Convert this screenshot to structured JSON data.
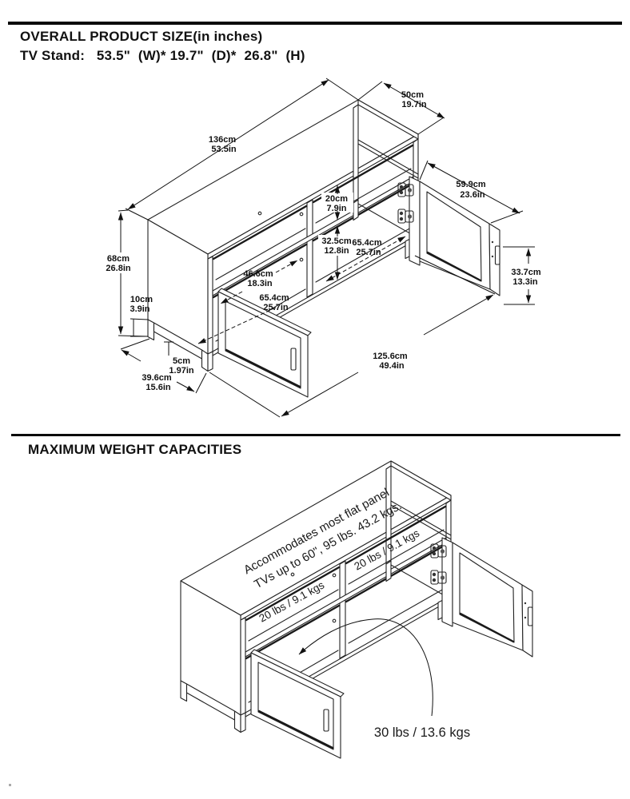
{
  "header": {
    "title_line1": "OVERALL PRODUCT SIZE(in inches)",
    "title_line2": "TV Stand:   53.5\"  (W)* 19.7\"  (D)*  26.8\"  (H)",
    "section2_title": "MAXIMUM WEIGHT CAPACITIES"
  },
  "colors": {
    "line": "#222222",
    "text": "#111111",
    "background": "#ffffff"
  },
  "figure1": {
    "description": "isometric-tv-stand-with-dimensions",
    "dims": [
      {
        "name": "overall_width",
        "cm": "136cm",
        "in": "53.5in"
      },
      {
        "name": "overall_depth",
        "cm": "50cm",
        "in": "19.7in"
      },
      {
        "name": "right_door_width",
        "cm": "59.9cm",
        "in": "23.6in"
      },
      {
        "name": "upper_opening_height",
        "cm": "20cm",
        "in": "7.9in"
      },
      {
        "name": "lower_opening_height",
        "cm": "32.5cm",
        "in": "12.8in"
      },
      {
        "name": "compartment_width",
        "cm": "65.4cm",
        "in": "25.7in"
      },
      {
        "name": "shelf_interior_width",
        "cm": "46.6cm",
        "in": "18.3in"
      },
      {
        "name": "lower_door_width",
        "cm": "65.4cm",
        "in": "25.7in"
      },
      {
        "name": "overall_height",
        "cm": "68cm",
        "in": "26.8in"
      },
      {
        "name": "base_height",
        "cm": "10cm",
        "in": "3.9in"
      },
      {
        "name": "apron_height",
        "cm": "5cm",
        "in": "1.97in"
      },
      {
        "name": "base_depth",
        "cm": "39.6cm",
        "in": "15.6in"
      },
      {
        "name": "front_base_width",
        "cm": "125.6cm",
        "in": "49.4in"
      },
      {
        "name": "door_height",
        "cm": "33.7cm",
        "in": "13.3in"
      }
    ]
  },
  "figure2": {
    "description": "isometric-tv-stand-weight-capacities",
    "top_label_line1": "Accommodates most flat panel",
    "top_label_line2": "TVs up to 60\",  95 lbs. 43.2 kgs.",
    "shelf_capacity_left": "20 lbs / 9.1 kgs",
    "shelf_capacity_right": "20 lbs / 9.1 kgs",
    "bottom_capacity": "30 lbs / 13.6 kgs"
  }
}
